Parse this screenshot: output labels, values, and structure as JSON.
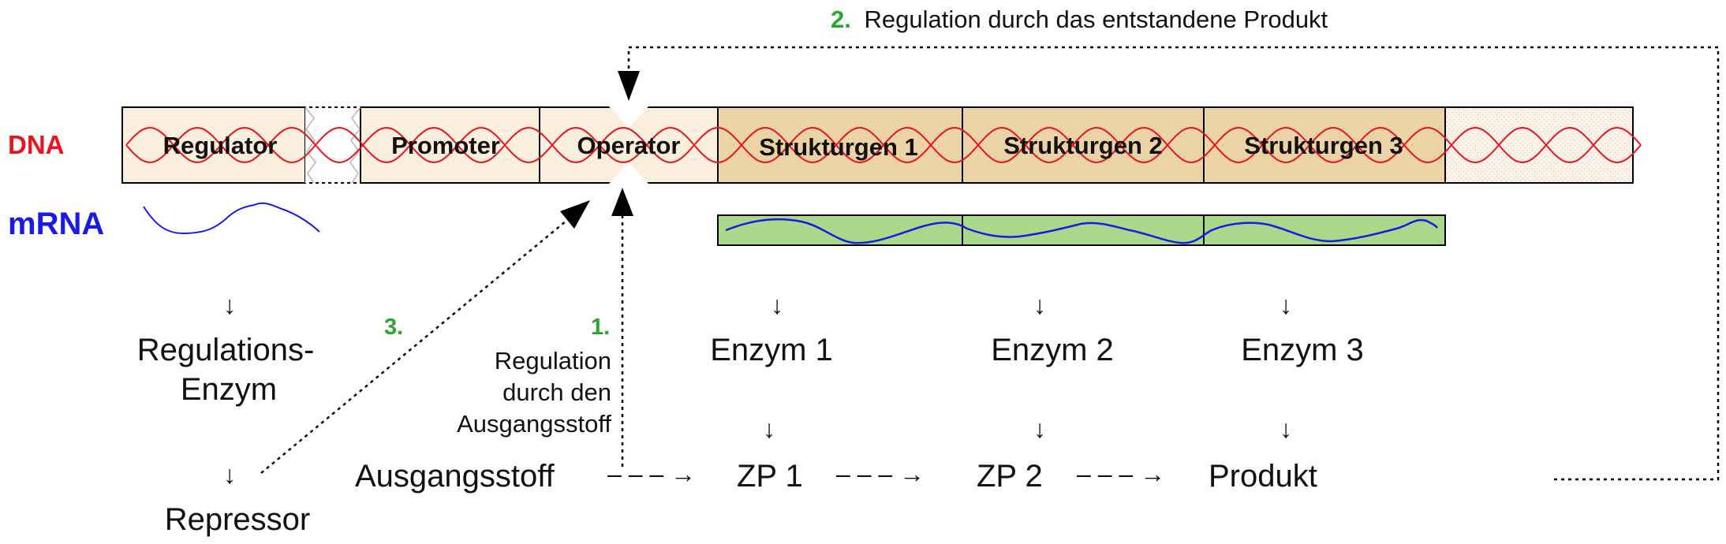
{
  "labels": {
    "dna": "DNA",
    "mrna": "mRNA"
  },
  "dna_segments": {
    "regulator": "Regulator",
    "promoter": "Promoter",
    "operator": "Operator",
    "gene1": "Strukturgen 1",
    "gene2": "Strukturgen 2",
    "gene3": "Strukturgen 3"
  },
  "regulation": {
    "product_number": "2.",
    "product_text": "Regulation durch das entstandene Produkt",
    "substrate_number": "1.",
    "substrate_line1": "Regulation",
    "substrate_line2": "durch den",
    "substrate_line3": "Ausgangsstoff",
    "repressor_number": "3."
  },
  "proteins": {
    "regulation_enzyme_line1": "Regulations-",
    "regulation_enzyme_line2": "Enzym",
    "repressor": "Repressor",
    "enzyme1": "Enzym 1",
    "enzyme2": "Enzym 2",
    "enzyme3": "Enzym 3"
  },
  "pathway": {
    "substrate": "Ausgangsstoff",
    "intermediate1": "ZP 1",
    "intermediate2": "ZP 2",
    "product": "Produkt",
    "arrow": "– – – →",
    "down_arrow": "↓"
  },
  "colors": {
    "dna_label": "#e8141e",
    "mrna_label": "#1a1ae6",
    "dna_strand": "#e8141e",
    "mrna_strand": "#1a1ae6",
    "regulator_fill": "#faeedd",
    "gene_fill": "#ecd3a6",
    "mrna_box_fill": "#a8d98a",
    "number_green": "#2ca52c"
  }
}
